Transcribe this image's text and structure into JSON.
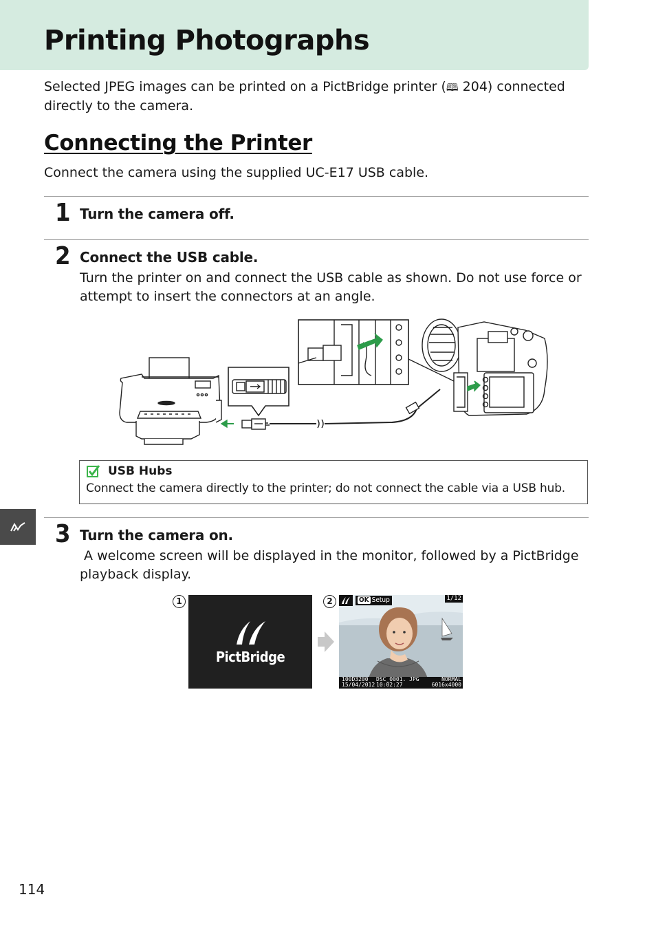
{
  "header": {
    "title": "Printing Photographs",
    "band_color": "#d5ebe0"
  },
  "intro": {
    "text_before": "Selected JPEG images can be printed on a PictBridge printer (",
    "ref_icon": "book-icon",
    "ref_page": " 204",
    "text_after": ") connected directly to the camera."
  },
  "section": {
    "heading": "Connecting the Printer",
    "subtitle": "Connect the camera using the supplied UC-E17 USB cable."
  },
  "steps": [
    {
      "number": "1",
      "title": "Turn the camera off.",
      "body": ""
    },
    {
      "number": "2",
      "title": "Connect the USB cable.",
      "body": "Turn the printer on and connect the USB cable as shown.  Do not use force or attempt to insert the connectors at an angle."
    },
    {
      "number": "3",
      "title": "Turn the camera on.",
      "body": " A welcome screen will be displayed in the monitor, followed by a PictBridge playback display."
    }
  ],
  "note": {
    "icon": "check-icon",
    "title": "USB Hubs",
    "text": "Connect the camera directly to the printer; do not connect the cable via a USB hub.",
    "accent_color": "#3bb54a"
  },
  "side_tab": {
    "icon": "pictbridge-icon"
  },
  "screens": {
    "marker1": "1",
    "marker2": "2",
    "welcome_logo_text": "PictBridge",
    "playback": {
      "ok_label": "OK",
      "setup_label": "Setup",
      "counter": "1/12",
      "folder": "100D3200",
      "filename": "DSC_0001. JPG",
      "quality": "NORMAL",
      "date": "15/04/2012",
      "time": "10:02:27",
      "size": "6016x4000"
    }
  },
  "footer": {
    "page_number": "114"
  }
}
